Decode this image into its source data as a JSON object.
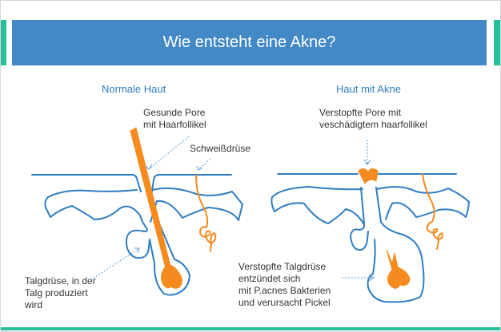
{
  "header": {
    "title": "Wie entsteht eine Akne?"
  },
  "colors": {
    "header_bg": "#4389c6",
    "accent_green": "#26c09a",
    "skin_line": "#2e7dc4",
    "hair_orange": "#f58b1f",
    "heading_blue": "#2f7cc0",
    "label_text": "#333333",
    "arrow_dashed": "#5b9bd5"
  },
  "panels": {
    "normal": {
      "heading": "Normale Haut",
      "labels": {
        "pore": "Gesunde Pore\nmit Haarfollikel",
        "sweat_gland": "Schweißdrüse",
        "sebaceous_gland": "Talgdrüse, in der\nTalg produziert\nwird"
      }
    },
    "acne": {
      "heading": "Haut mit Akne",
      "labels": {
        "clogged_pore": "Verstopfte Pore mit\nveschädigtem haarfollikel",
        "inflamed_gland": "Verstopfte Talgdrüse\nentzündet sich\nmit P.acnes Bakterien\nund verursacht Pickel"
      }
    }
  }
}
